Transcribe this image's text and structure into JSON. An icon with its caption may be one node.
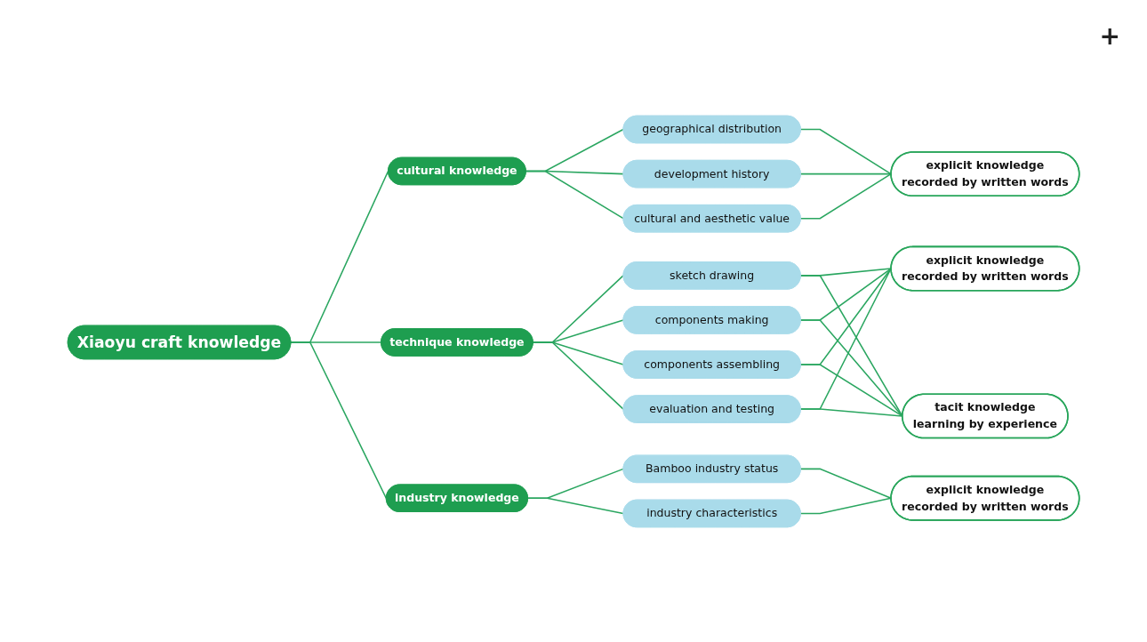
{
  "diagram": {
    "nodes": [
      {
        "text": [
          "Xiaoyu craft knowledge"
        ]
      },
      {
        "text": [
          "cultural knowledge"
        ]
      },
      {
        "text": [
          "geographical distribution"
        ]
      },
      {
        "text": [
          "development history"
        ]
      },
      {
        "text": [
          "cultural and aesthetic value"
        ]
      },
      {
        "text": [
          "explicit knowledge",
          "recorded by written words"
        ]
      },
      {
        "text": [
          "technique knowledge"
        ]
      },
      {
        "text": [
          "sketch drawing"
        ]
      },
      {
        "text": [
          "components making"
        ]
      },
      {
        "text": [
          "components assembling"
        ]
      },
      {
        "text": [
          "evaluation and testing"
        ]
      },
      {
        "text": [
          "explicit knowledge",
          "recorded by written words"
        ]
      },
      {
        "text": [
          "tacit knowledge",
          "learning by experience"
        ]
      },
      {
        "text": [
          "industry knowledge"
        ]
      },
      {
        "text": [
          "Bamboo industry status"
        ]
      },
      {
        "text": [
          "industry characteristics"
        ]
      },
      {
        "text": [
          "explicit knowledge",
          "recorded by written words"
        ]
      }
    ],
    "edges": [
      {
        "from": 0,
        "to": 1,
        "arrow": "none"
      },
      {
        "from": 0,
        "to": 6,
        "arrow": "none"
      },
      {
        "from": 0,
        "to": 13,
        "arrow": "none"
      },
      {
        "from": 1,
        "to": 2,
        "arrow": "none"
      },
      {
        "from": 1,
        "to": 3,
        "arrow": "none"
      },
      {
        "from": 1,
        "to": 4,
        "arrow": "none"
      },
      {
        "from": 2,
        "to": 5,
        "arrow": "none"
      },
      {
        "from": 3,
        "to": 5,
        "arrow": "none"
      },
      {
        "from": 4,
        "to": 5,
        "arrow": "none"
      },
      {
        "from": 6,
        "to": 7,
        "arrow": "none"
      },
      {
        "from": 6,
        "to": 8,
        "arrow": "none"
      },
      {
        "from": 6,
        "to": 9,
        "arrow": "none"
      },
      {
        "from": 6,
        "to": 10,
        "arrow": "none"
      },
      {
        "from": 7,
        "to": 11,
        "arrow": "none"
      },
      {
        "from": 8,
        "to": 11,
        "arrow": "none"
      },
      {
        "from": 9,
        "to": 11,
        "arrow": "none"
      },
      {
        "from": 10,
        "to": 11,
        "arrow": "none"
      },
      {
        "from": 7,
        "to": 12,
        "arrow": "none"
      },
      {
        "from": 8,
        "to": 12,
        "arrow": "none"
      },
      {
        "from": 9,
        "to": 12,
        "arrow": "none"
      },
      {
        "from": 10,
        "to": 12,
        "arrow": "none"
      },
      {
        "from": 13,
        "to": 14,
        "arrow": "none"
      },
      {
        "from": 13,
        "to": 15,
        "arrow": "none"
      },
      {
        "from": 14,
        "to": 16,
        "arrow": "none"
      },
      {
        "from": 15,
        "to": 16,
        "arrow": "none"
      }
    ],
    "labels": [
      "+"
    ]
  }
}
